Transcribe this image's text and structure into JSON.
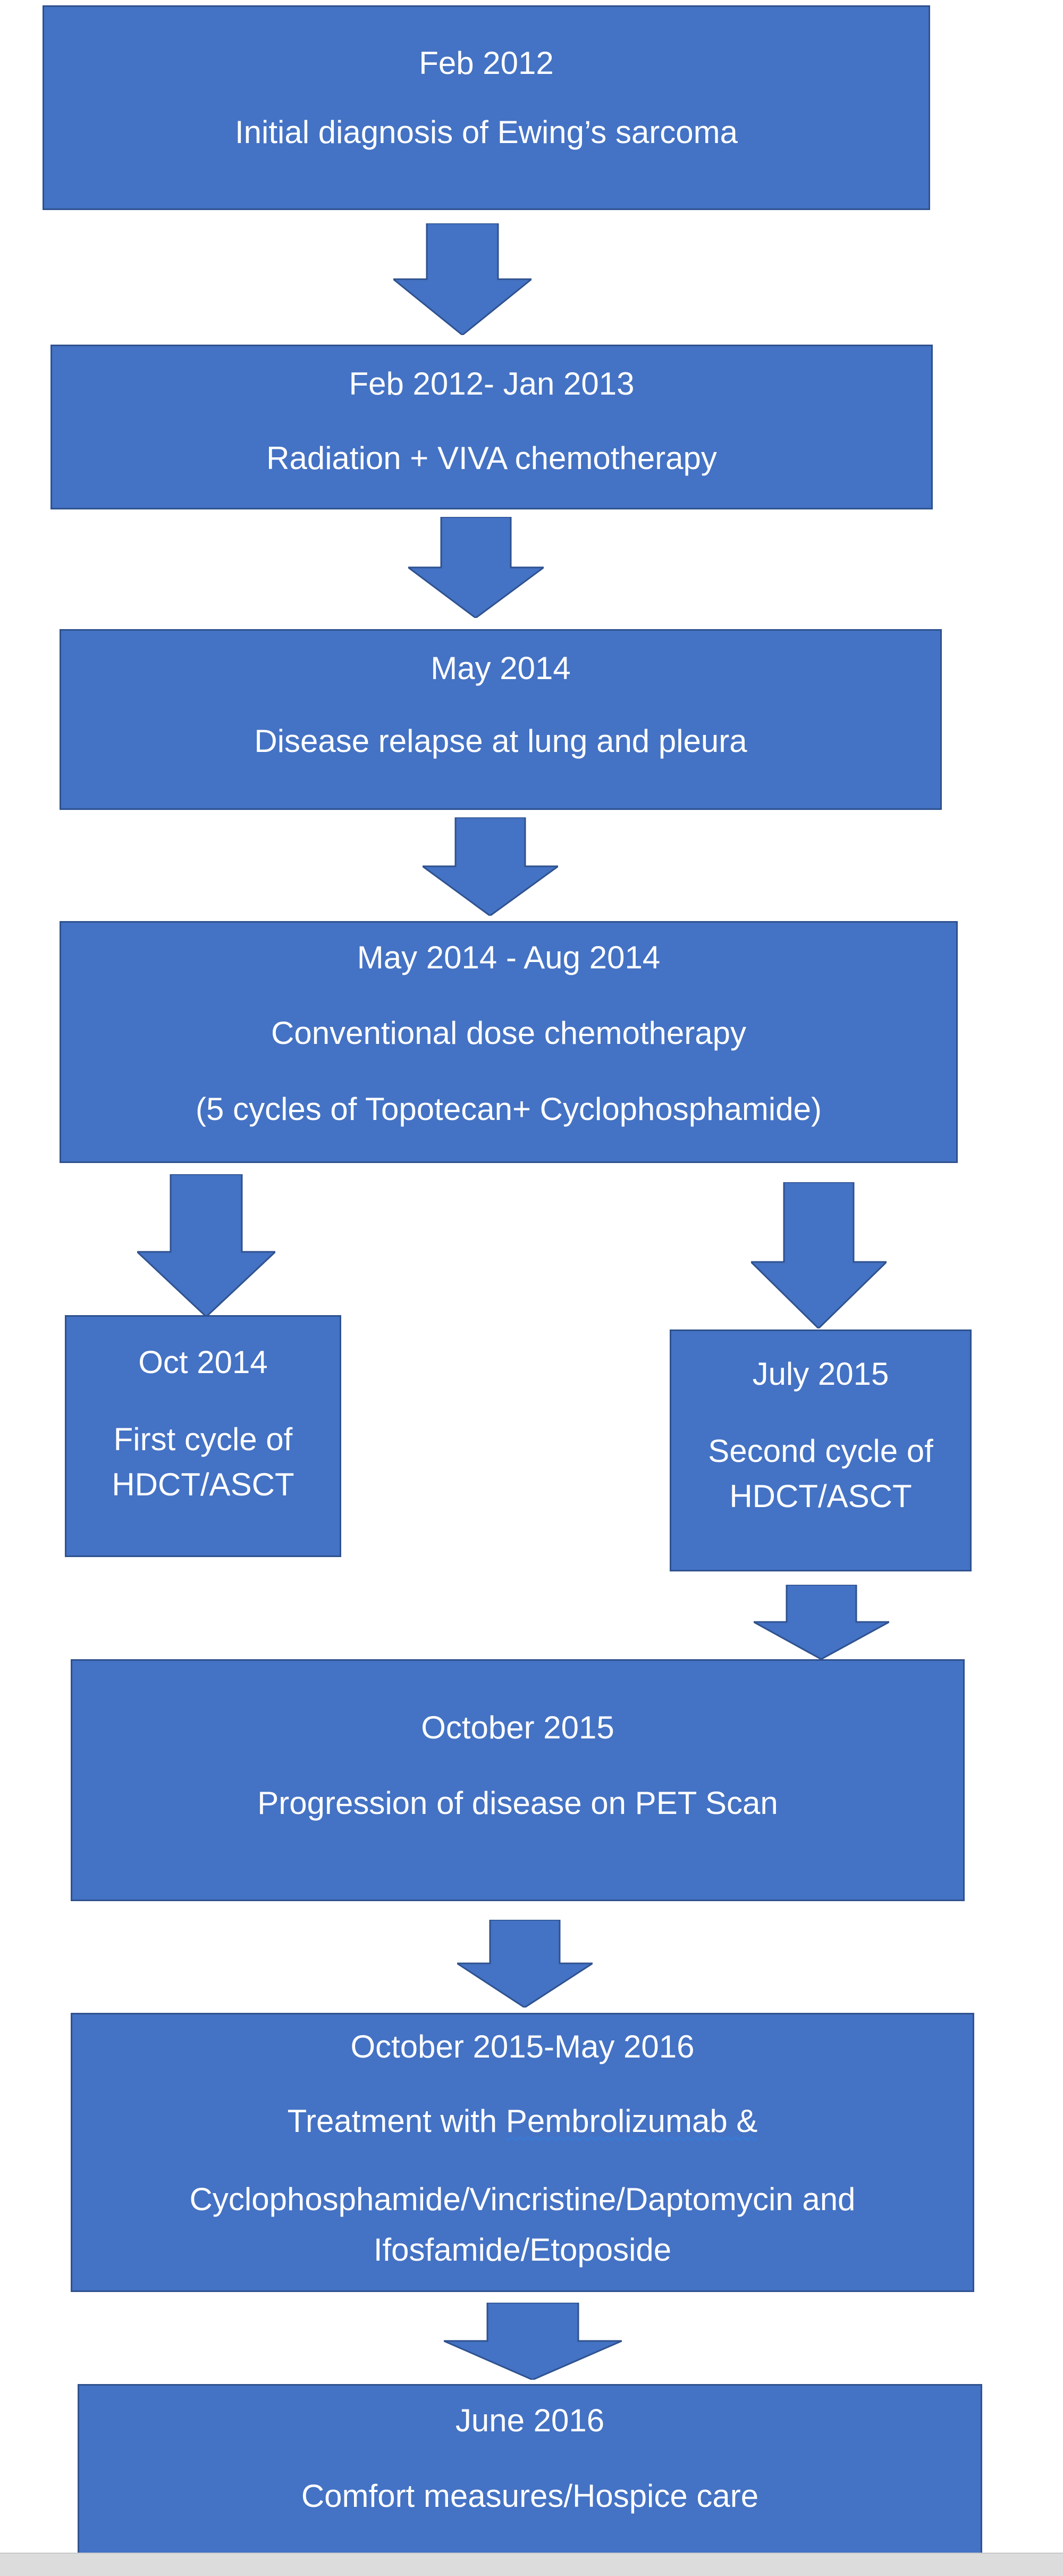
{
  "colors": {
    "box_fill": "#4472C4",
    "box_border": "#2F528F",
    "text": "#FFFFFF",
    "page_background": "#FFFFFF"
  },
  "steps": [
    {
      "date": "Feb 2012",
      "text": "Initial diagnosis of Ewing’s sarcoma"
    },
    {
      "date": "Feb 2012- Jan 2013",
      "text": "Radiation + VIVA chemotherapy"
    },
    {
      "date": "May 2014",
      "text": "Disease relapse at lung and pleura"
    },
    {
      "date": "May 2014 -  Aug 2014",
      "text": "Conventional dose chemotherapy",
      "detail": "(5 cycles of Topotecan+ Cyclophosphamide)"
    },
    {
      "date": "Oct 2014",
      "text_line1": "First cycle of",
      "text_line2": "HDCT/ASCT"
    },
    {
      "date": "July 2015",
      "text_line1": "Second cycle of",
      "text_line2": "HDCT/ASCT"
    },
    {
      "date": "October 2015",
      "text": "Progression of disease on PET Scan"
    },
    {
      "date": "October 2015-May 2016",
      "text_prefix": "Treatment with ",
      "text_drug": "Pembrolizumab  &",
      "detail": "Cyclophosphamide/Vincristine/Daptomycin and Ifosfamide/Etoposide"
    },
    {
      "date": "June 2016",
      "text": "Comfort measures/Hospice care"
    }
  ]
}
